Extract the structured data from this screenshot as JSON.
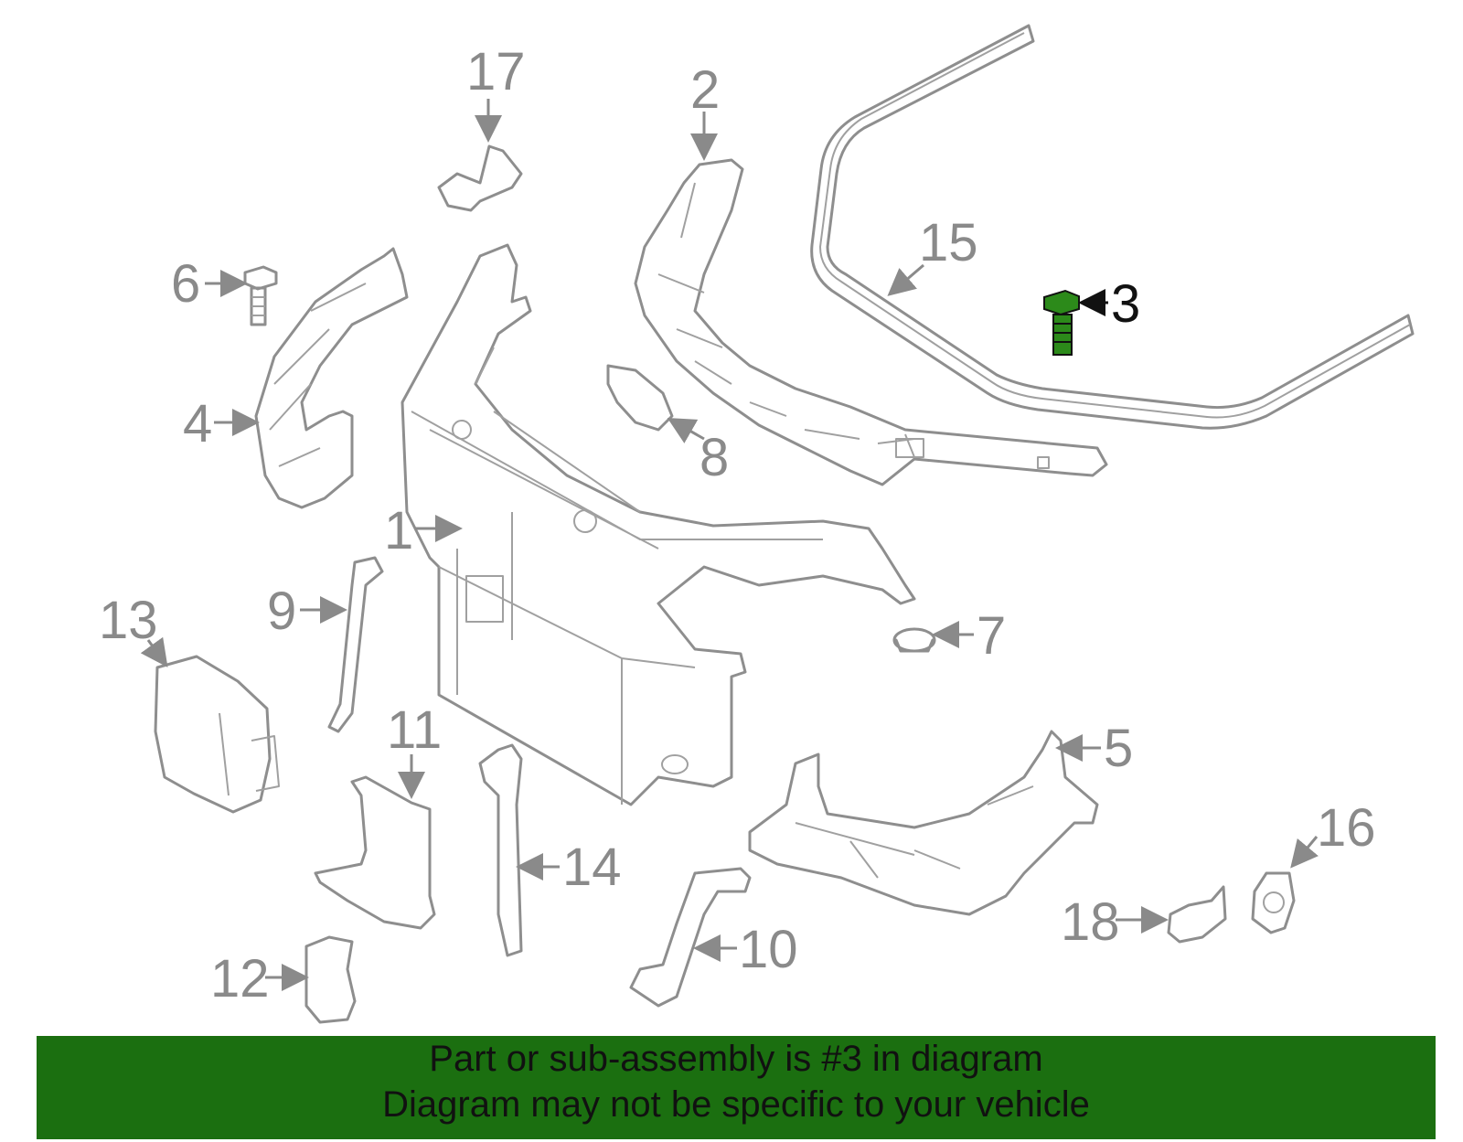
{
  "diagram": {
    "callouts": [
      {
        "id": "1",
        "label": "1"
      },
      {
        "id": "2",
        "label": "2"
      },
      {
        "id": "3",
        "label": "3"
      },
      {
        "id": "4",
        "label": "4"
      },
      {
        "id": "5",
        "label": "5"
      },
      {
        "id": "6",
        "label": "6"
      },
      {
        "id": "7",
        "label": "7"
      },
      {
        "id": "8",
        "label": "8"
      },
      {
        "id": "9",
        "label": "9"
      },
      {
        "id": "10",
        "label": "10"
      },
      {
        "id": "11",
        "label": "11"
      },
      {
        "id": "12",
        "label": "12"
      },
      {
        "id": "13",
        "label": "13"
      },
      {
        "id": "14",
        "label": "14"
      },
      {
        "id": "15",
        "label": "15"
      },
      {
        "id": "16",
        "label": "16"
      },
      {
        "id": "17",
        "label": "17"
      },
      {
        "id": "18",
        "label": "18"
      }
    ],
    "highlighted_part": "3",
    "colors": {
      "line": "#8e8e8e",
      "highlight": "#1f7a12",
      "banner": "#1b6f10"
    }
  },
  "banner": {
    "line1": "Part or sub-assembly is #3 in diagram",
    "line2": "Diagram may not be specific to your vehicle"
  }
}
